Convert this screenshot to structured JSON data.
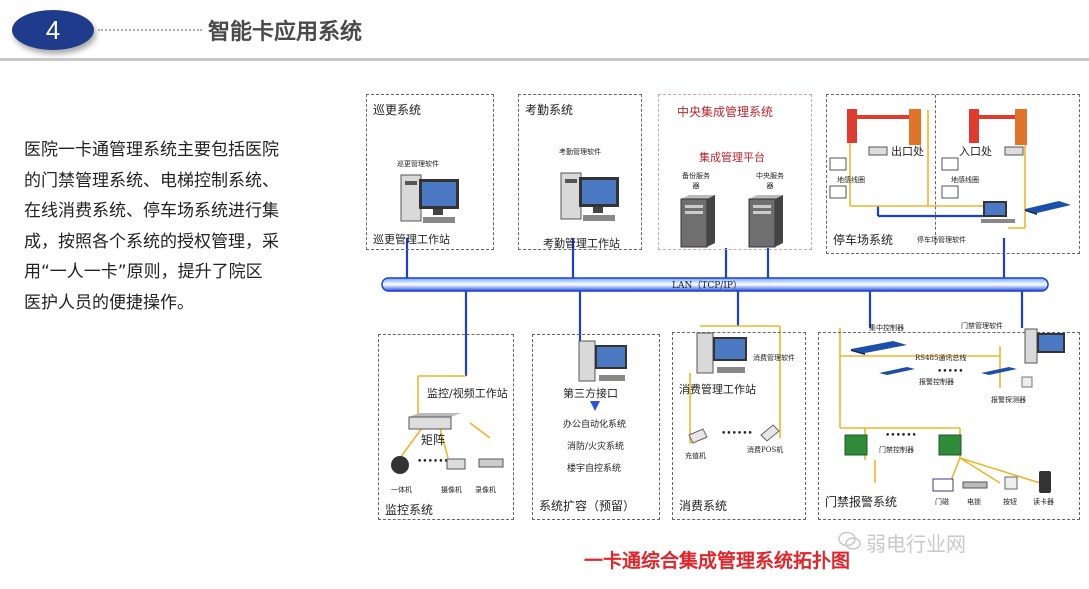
{
  "header": {
    "section_number": "4",
    "title": "智能卡应用系统"
  },
  "description": "医院一卡通管理系统主要包括医院的门禁管理系统、电梯控制系统、在线消费系统、停车场系统进行集成，按照各个系统的授权管理，采用“一人一卡”原则，提升了院区医护人员的便捷操作。",
  "description_lines": [
    "医院一卡通管理系统主要包括医院",
    "的门禁管理系统、电梯控制系统、",
    "在线消费系统、停车场系统进行集",
    "成，按照各个系统的授权管理，采",
    "用“一人一卡”原则，提升了院区",
    "医护人员的便捷操作。"
  ],
  "diagram": {
    "caption": "一卡通综合集成管理系统拓扑图",
    "lan_label": "LAN（TCP/IP）",
    "patrol": {
      "title": "巡更系统",
      "software": "巡更管理软件",
      "station": "巡更管理工作站"
    },
    "attendance": {
      "title": "考勤系统",
      "software": "考勤管理软件",
      "station": "考勤管理工作站"
    },
    "central": {
      "title": "中央集成管理系统",
      "platform": "集成管理平台",
      "server1": "备份服务器",
      "server2": "中央服务器"
    },
    "parking": {
      "title": "停车场系统",
      "exit": "出口处",
      "entry": "入口处",
      "sensor1": "地感线圈",
      "sensor2": "地感线圈",
      "software": "停车场管理软件"
    },
    "monitor": {
      "title": "监控系统",
      "station": "监控/视频工作站",
      "matrix": "矩阵",
      "cam1": "一体机",
      "cam2": "摄像机",
      "cam3": "录像机"
    },
    "expansion": {
      "title": "系统扩容（预留）",
      "interface": "第三方接口",
      "items": [
        "办公自动化系统",
        "消防/火灾系统",
        "楼宇自控系统"
      ]
    },
    "consume": {
      "title": "消费系统",
      "software": "消费管理软件",
      "station": "消费管理工作站",
      "dev1": "充值机",
      "dev2": "消费POS机"
    },
    "access": {
      "title": "门禁报警系统",
      "central_ctrl": "集中控制器",
      "software": "门禁管理软件",
      "bus": "RS485通讯总线",
      "alarm_ctrl": "报警控制器",
      "alarm_probe": "报警探测器",
      "door_ctrl": "门禁控制器",
      "items": [
        "门磁",
        "电锁",
        "按钮",
        "读卡器"
      ]
    }
  },
  "watermark": "弱电行业网",
  "colors": {
    "badge": "#1f3b8c",
    "caption": "#e0262b",
    "lan": "#1c3fd1",
    "links": "#f0b429"
  }
}
